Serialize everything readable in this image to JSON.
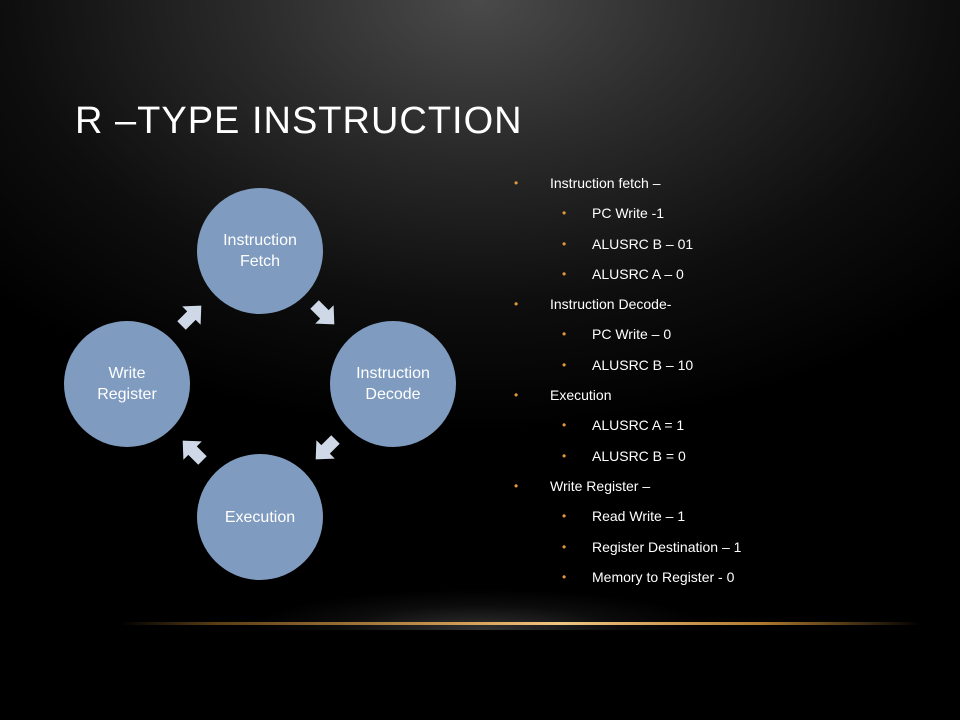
{
  "title": "R –TYPE INSTRUCTION",
  "colors": {
    "node_fill": "#7f9bbf",
    "bullet": "#e09a3c",
    "arrow": "#cfd8e6"
  },
  "cycle": {
    "nodes": [
      {
        "label": "Instruction\nFetch"
      },
      {
        "label": "Instruction\nDecode"
      },
      {
        "label": "Execution"
      },
      {
        "label": "Write\nRegister"
      }
    ]
  },
  "bullets": [
    {
      "level": 1,
      "text": "Instruction  fetch –"
    },
    {
      "level": 2,
      "text": "PC Write -1"
    },
    {
      "level": 2,
      "text": "ALUSRC  B – 01"
    },
    {
      "level": 2,
      "text": "ALUSRC  A – 0"
    },
    {
      "level": 1,
      "text": "Instruction  Decode-"
    },
    {
      "level": 2,
      "text": "PC Write  – 0"
    },
    {
      "level": 2,
      "text": "ALUSRC  B – 10"
    },
    {
      "level": 1,
      "text": "Execution"
    },
    {
      "level": 2,
      "text": "ALUSRC  A = 1"
    },
    {
      "level": 2,
      "text": "ALUSRC  B = 0"
    },
    {
      "level": 1,
      "text": "Write Register  –"
    },
    {
      "level": 2,
      "text": "Read Write  – 1"
    },
    {
      "level": 2,
      "text": "Register Destination  – 1"
    },
    {
      "level": 2,
      "text": "Memory to Register  - 0"
    }
  ]
}
